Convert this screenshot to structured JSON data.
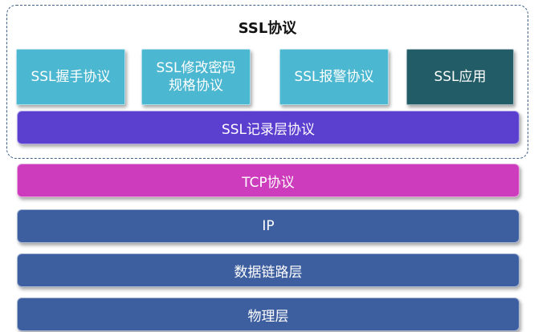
{
  "diagram": {
    "ssl_group": {
      "title": "SSL协议",
      "protocols": [
        {
          "label": "SSL握手协议"
        },
        {
          "label": "SSL修改密码\n规格协议"
        },
        {
          "label": "SSL报警协议"
        },
        {
          "label": "SSL应用"
        }
      ],
      "record_layer": "SSL记录层协议"
    },
    "layers": [
      {
        "label": "TCP协议"
      },
      {
        "label": "IP"
      },
      {
        "label": "数据链路层"
      },
      {
        "label": "物理层"
      }
    ],
    "colors": {
      "protocol_box": "#4cb7d0",
      "application_box": "#225c66",
      "record_layer": "#5b3fcf",
      "tcp_layer": "#cc3cbd",
      "lower_layers": "#3e5f9f",
      "group_border": "#3e5f86"
    }
  }
}
